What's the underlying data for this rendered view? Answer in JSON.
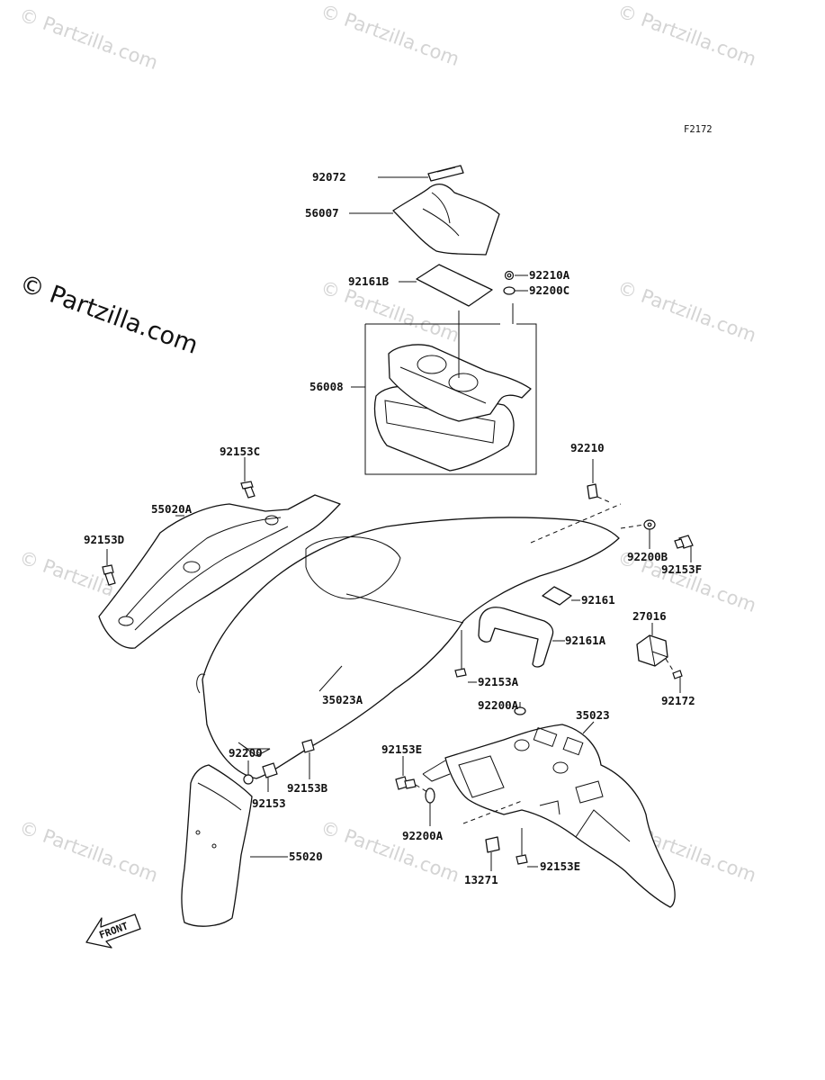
{
  "figure_code": "F2172",
  "watermark": {
    "repeat_text": "© Partzilla.com",
    "large_text": "© Partzilla.com"
  },
  "front_arrow": {
    "label": "FRONT"
  },
  "parts": {
    "p92072": "92072",
    "p56007": "56007",
    "p92161B": "92161B",
    "p92210A": "92210A",
    "p92200C": "92200C",
    "p56008": "56008",
    "p92210": "92210",
    "p92153C": "92153C",
    "p55020A": "55020A",
    "p92153D": "92153D",
    "p92200B": "92200B",
    "p92153F": "92153F",
    "p92161": "92161",
    "p27016": "27016",
    "p92161A": "92161A",
    "p92153A": "92153A",
    "p35023A": "35023A",
    "p92172": "92172",
    "p92200A_top": "92200A",
    "p35023": "35023",
    "p92200": "92200",
    "p92153E_left": "92153E",
    "p92153B": "92153B",
    "p92153": "92153",
    "p92200A_bottom": "92200A",
    "p55020": "55020",
    "p13271": "13271",
    "p92153E_bottom": "92153E"
  }
}
